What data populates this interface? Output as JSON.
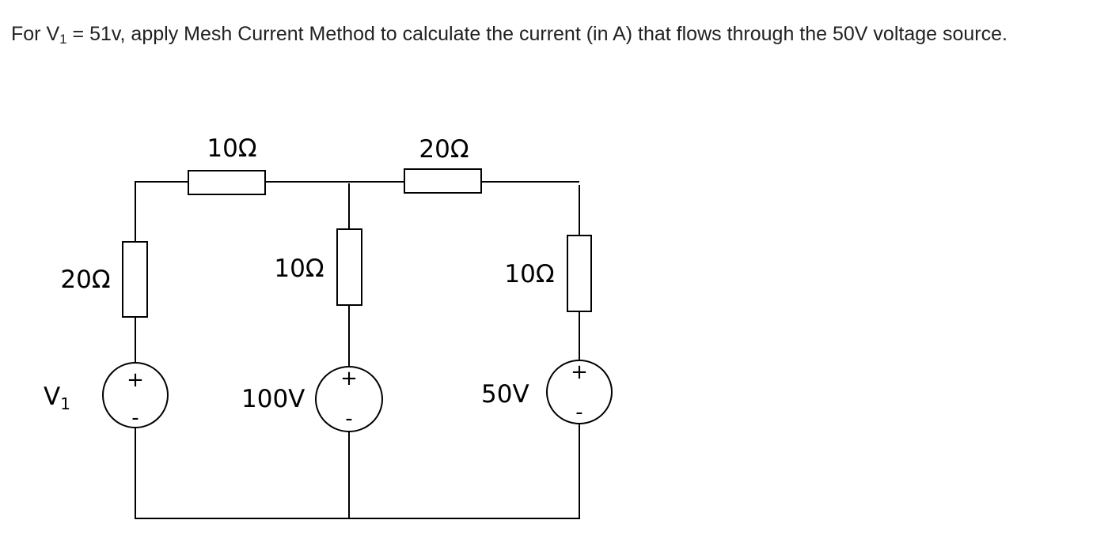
{
  "question": {
    "prefix": "For V",
    "prefix_sub": "1",
    "text": " = 51v, apply Mesh Current Method to calculate the current (in A) that flows through the 50V voltage source."
  },
  "circuit": {
    "resistors": {
      "top_left": "10Ω",
      "top_right": "20Ω",
      "left": "20Ω",
      "middle": "10Ω",
      "right": "10Ω"
    },
    "sources": {
      "left": {
        "label": "V",
        "label_sub": "1",
        "plus": "+",
        "minus": "-"
      },
      "middle": {
        "label": "100V",
        "plus": "+",
        "minus": "-"
      },
      "right": {
        "label": "50V",
        "plus": "+",
        "minus": "-"
      }
    }
  }
}
